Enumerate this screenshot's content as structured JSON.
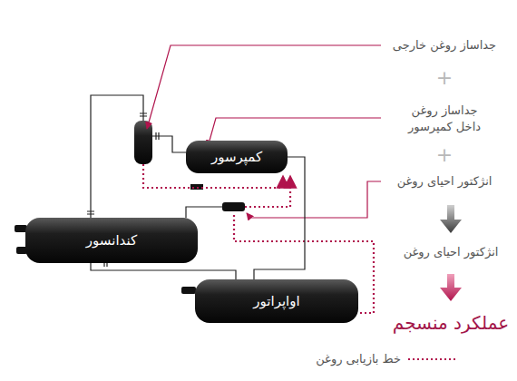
{
  "diagram": {
    "nodes": [
      {
        "text": [
          "کمپرسور"
        ]
      },
      {
        "text": [
          "کندانسور"
        ]
      },
      {
        "text": [
          "اواپراتور"
        ]
      }
    ],
    "edges": [
      {
        "from": 1,
        "to": 2,
        "arrow": "none"
      },
      {
        "from": 2,
        "to": 0,
        "arrow": "none"
      }
    ],
    "labels": [
      "جداساز روغن خارجی",
      "+",
      "جداساز روغن داخل کمپرسور",
      "+",
      "انژکتور احیای روغن",
      "انژکتور احیای روغن",
      "عملکرد منسجم"
    ],
    "legend": [
      {
        "text": "خط بازیابی روغن"
      }
    ]
  }
}
